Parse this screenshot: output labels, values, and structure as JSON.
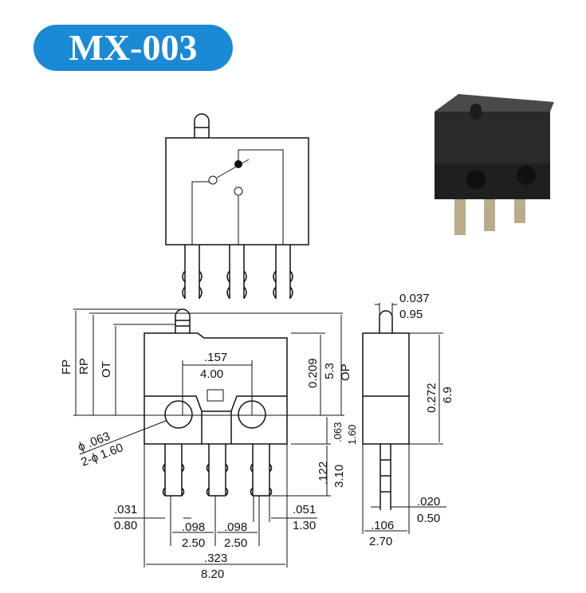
{
  "title": "MX-003",
  "colors": {
    "badge": "#1a8ad6",
    "line": "#111111"
  },
  "front_view": {
    "labels": {
      "fp": "FP",
      "rp": "RP",
      "ot": "OT",
      "op": "OP"
    },
    "dims": {
      "pin_hole_in": ".157",
      "pin_hole_mm": "4.00",
      "height_in": "0.209",
      "height_mm": "5.3",
      "hole_offset_in": ".063",
      "hole_offset_mm": "1.60",
      "hole_dia_in": "ϕ .063",
      "hole_dia_mm": "2-ϕ 1.60",
      "pin_len_in": ".122",
      "pin_len_mm": "3.10",
      "pin_w_in": ".031",
      "pin_w_mm": "0.80",
      "pin_pitch1_in": ".098",
      "pin_pitch1_mm": "2.50",
      "pin_pitch2_in": ".098",
      "pin_pitch2_mm": "2.50",
      "pin_edge_in": ".051",
      "pin_edge_mm": "1.30",
      "width_in": ".323",
      "width_mm": "8.20"
    }
  },
  "side_view": {
    "dims": {
      "plunger_in": "0.037",
      "plunger_mm": "0.95",
      "height_in": "0.272",
      "height_mm": "6.9",
      "pin_t_in": ".020",
      "pin_t_mm": "0.50",
      "depth_in": ".106",
      "depth_mm": "2.70"
    }
  }
}
